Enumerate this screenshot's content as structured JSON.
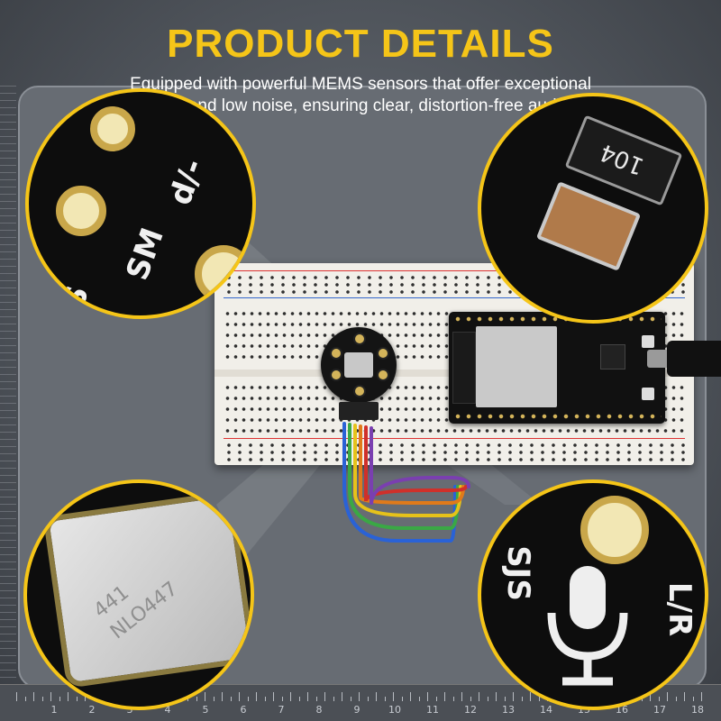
{
  "header": {
    "title": "PRODUCT DETAILS",
    "subtitle": "Equipped with powerful MEMS sensors that offer exceptional sensitivity and low noise, ensuring clear, distortion-free audio input"
  },
  "zoom_left_top": {
    "text_1": "SM",
    "text_2": "d/-",
    "text_3": "S"
  },
  "zoom_right_top": {
    "part_marking": "104"
  },
  "zoom_left_bottom": {
    "line_1": "441",
    "line_2": "NLO447"
  },
  "zoom_right_bottom": {
    "text_1": "SJS",
    "text_2": "L/R",
    "icon": "microphone-icon"
  },
  "ruler": {
    "numbers": [
      "1",
      "2",
      "3",
      "4",
      "5",
      "6",
      "7",
      "8",
      "9",
      "10",
      "11",
      "12",
      "13",
      "14",
      "15",
      "16",
      "17",
      "18"
    ]
  },
  "colors": {
    "accent": "#f5c518",
    "text": "#ffffff",
    "wire_colors": [
      "#2a62d6",
      "#3aa845",
      "#e6c21a",
      "#e07a1a",
      "#d0302a",
      "#7a3fb0"
    ]
  }
}
